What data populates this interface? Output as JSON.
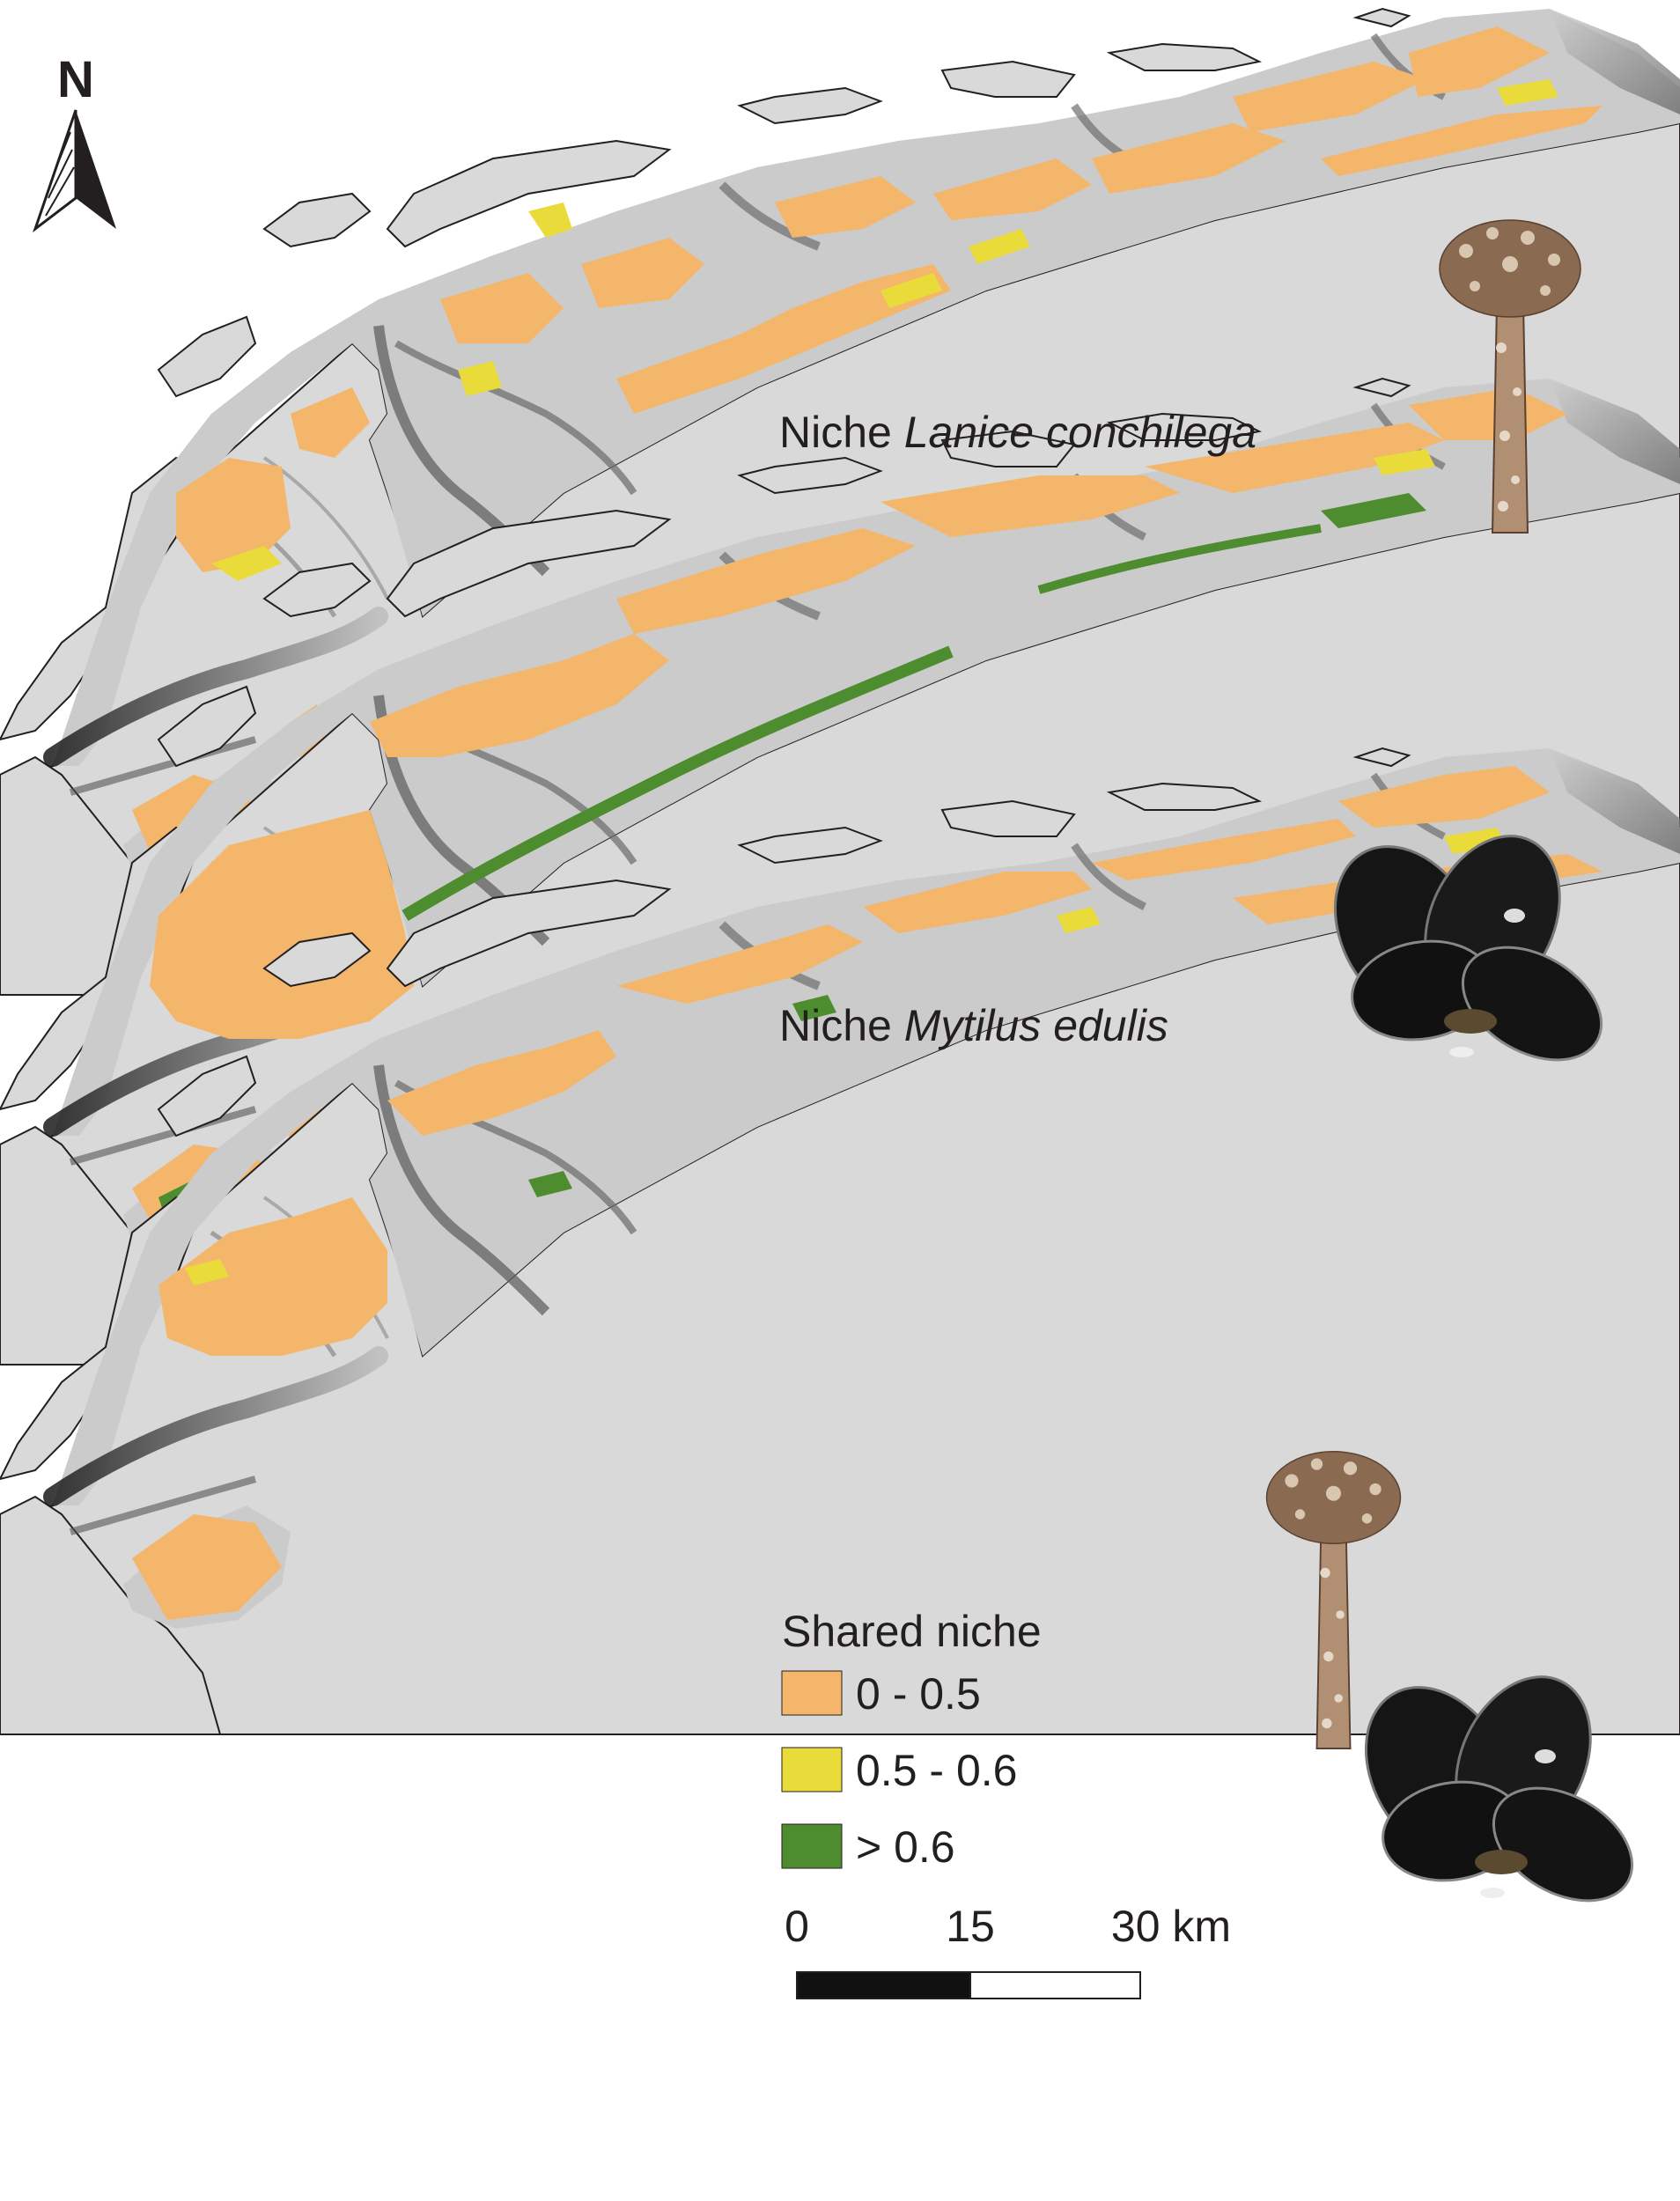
{
  "north_arrow": {
    "label": "N"
  },
  "panels": [
    {
      "prefix": "Niche ",
      "species": "Lanice conchilega"
    },
    {
      "prefix": "Niche ",
      "species": "Mytilus edulis"
    }
  ],
  "legend": {
    "title": "Shared niche",
    "classes": [
      {
        "label": "0 - 0.5",
        "color": "#f3b66a"
      },
      {
        "label": "0.5 - 0.6",
        "color": "#e9dc3a"
      },
      {
        "label": "> 0.6",
        "color": "#4e8c30"
      }
    ]
  },
  "scale_bar": {
    "labels": [
      "0",
      "15",
      "30 km"
    ]
  },
  "colors": {
    "land": "#d9d9d9",
    "tidal_flat": "#c8c8c8",
    "channel": "#7a7a7a"
  }
}
